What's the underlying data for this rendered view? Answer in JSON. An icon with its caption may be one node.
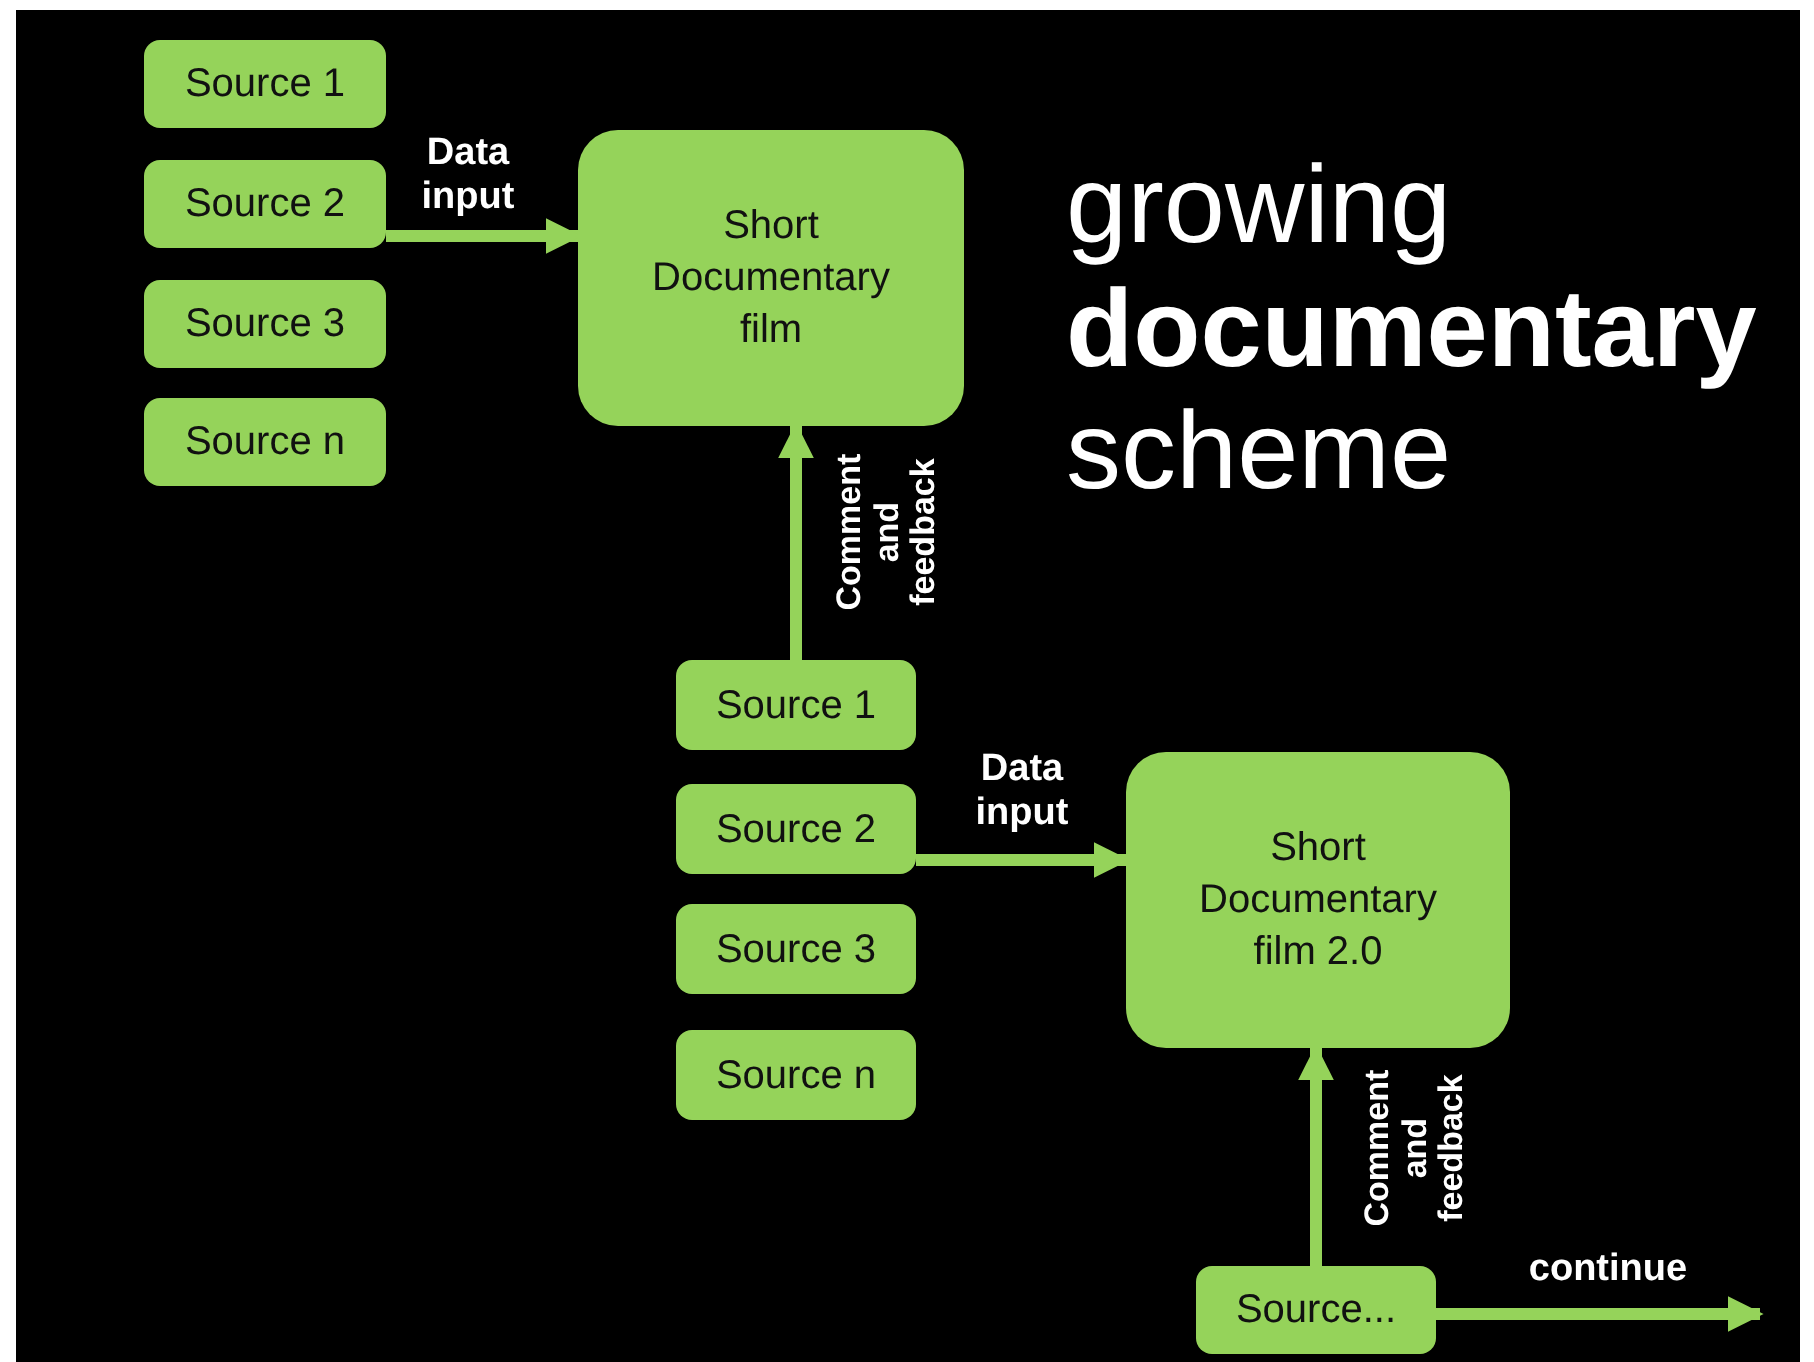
{
  "diagram": {
    "title": "growing **documentary** scheme",
    "nodes": [
      {
        "text": [
          "Source 1"
        ]
      },
      {
        "text": [
          "Source 2"
        ]
      },
      {
        "text": [
          "Source 3"
        ]
      },
      {
        "text": [
          "Source n"
        ]
      },
      {
        "text": [
          "Short Documentary film"
        ]
      },
      {
        "text": [
          "Source 1"
        ]
      },
      {
        "text": [
          "Source 2"
        ]
      },
      {
        "text": [
          "Source 3"
        ]
      },
      {
        "text": [
          "Source n"
        ]
      },
      {
        "text": [
          "Short Documentary film 2.0"
        ]
      },
      {
        "text": [
          "Source..."
        ]
      }
    ],
    "edges": [
      {
        "from": 1,
        "to": 4,
        "arrow": "to",
        "label": "Data input"
      },
      {
        "from": 5,
        "to": 4,
        "arrow": "to",
        "label": "Comment and feedback"
      },
      {
        "from": 6,
        "to": 9,
        "arrow": "to",
        "label": "Data input"
      },
      {
        "from": 10,
        "to": 9,
        "arrow": "to",
        "label": "Comment and feedback"
      },
      {
        "from": 10,
        "to": null,
        "arrow": "to",
        "label": "continue"
      }
    ]
  }
}
